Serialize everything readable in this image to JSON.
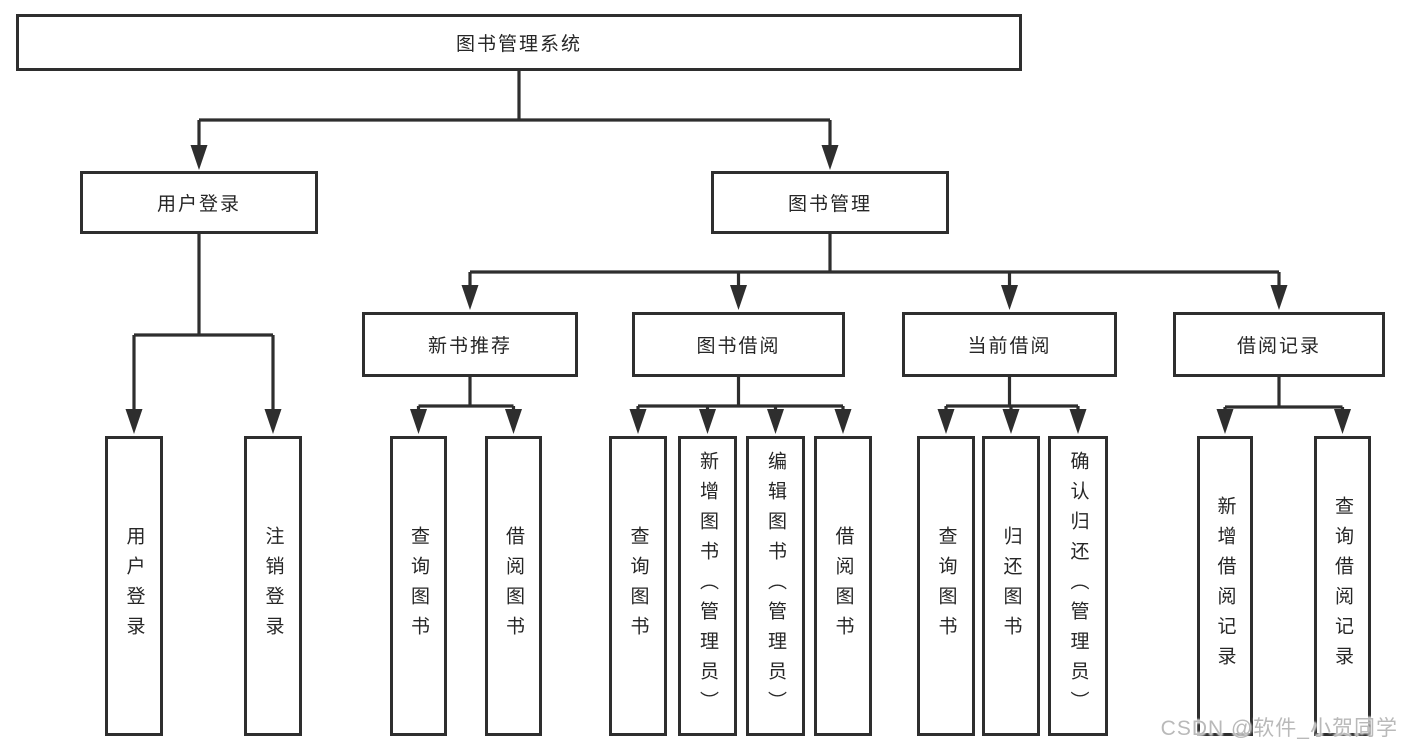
{
  "colors": {
    "line": "#2e2e2e",
    "text": "#262626",
    "background": "#ffffff",
    "watermark": "#b9b9b9"
  },
  "diagram": {
    "type": "hierarchy-tree",
    "root": {
      "label": "图书管理系统"
    },
    "branches": [
      {
        "label": "用户登录",
        "children": [
          {
            "label": "用户登录"
          },
          {
            "label": "注销登录"
          }
        ]
      },
      {
        "label": "图书管理",
        "children": [
          {
            "label": "新书推荐",
            "children": [
              {
                "label": "查询图书"
              },
              {
                "label": "借阅图书"
              }
            ]
          },
          {
            "label": "图书借阅",
            "children": [
              {
                "label": "查询图书"
              },
              {
                "label": "新增图书（管理员）"
              },
              {
                "label": "编辑图书（管理员）"
              },
              {
                "label": "借阅图书"
              }
            ]
          },
          {
            "label": "当前借阅",
            "children": [
              {
                "label": "查询图书"
              },
              {
                "label": "归还图书"
              },
              {
                "label": "确认归还（管理员）"
              }
            ]
          },
          {
            "label": "借阅记录",
            "children": [
              {
                "label": "新增借阅记录"
              },
              {
                "label": "查询借阅记录"
              }
            ]
          }
        ]
      }
    ]
  },
  "watermark": {
    "text": "CSDN @软件_小贺同学"
  }
}
